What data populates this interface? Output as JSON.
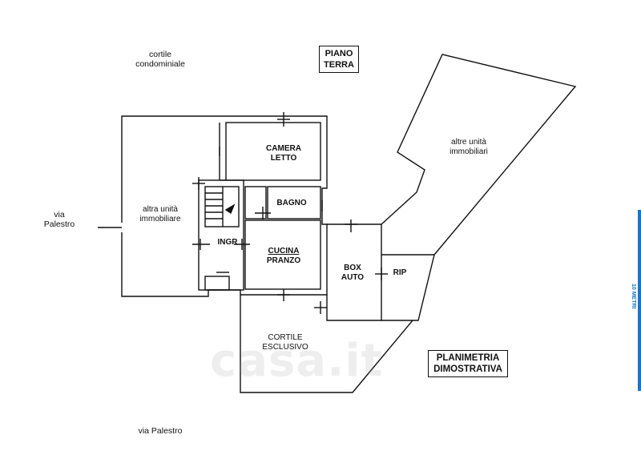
{
  "title": {
    "line1": "PIANO",
    "line2": "TERRA"
  },
  "legend": {
    "line1": "PLANIMETRIA",
    "line2": "DIMOSTRATIVA"
  },
  "labels": {
    "cortile_condominiale": {
      "line1": "cortile",
      "line2": "condominiale"
    },
    "via_palestro_left": {
      "line1": "via",
      "line2": "Palestro"
    },
    "via_palestro_bottom": {
      "line1": "via Palestro"
    },
    "altra_unita": {
      "line1": "altra unità",
      "line2": "immobiliare"
    },
    "altre_unita": {
      "line1": "altre unità",
      "line2": "immobiliari"
    },
    "camera_letto": {
      "line1": "CAMERA",
      "line2": "LETTO"
    },
    "bagno": {
      "line1": "BAGNO"
    },
    "ingr": {
      "line1": "INGR"
    },
    "cucina_pranzo": {
      "line1": "CUCINA",
      "line2": "PRANZO"
    },
    "box_auto": {
      "line1": "BOX",
      "line2": "AUTO"
    },
    "rip": {
      "line1": "RIP"
    },
    "cortile_esclusivo": {
      "line1": "CORTILE",
      "line2": "ESCLUSIVO"
    }
  },
  "scale": {
    "label": "10 METRI",
    "color": "#1a73c9"
  },
  "watermark": {
    "text": "casa.it"
  }
}
